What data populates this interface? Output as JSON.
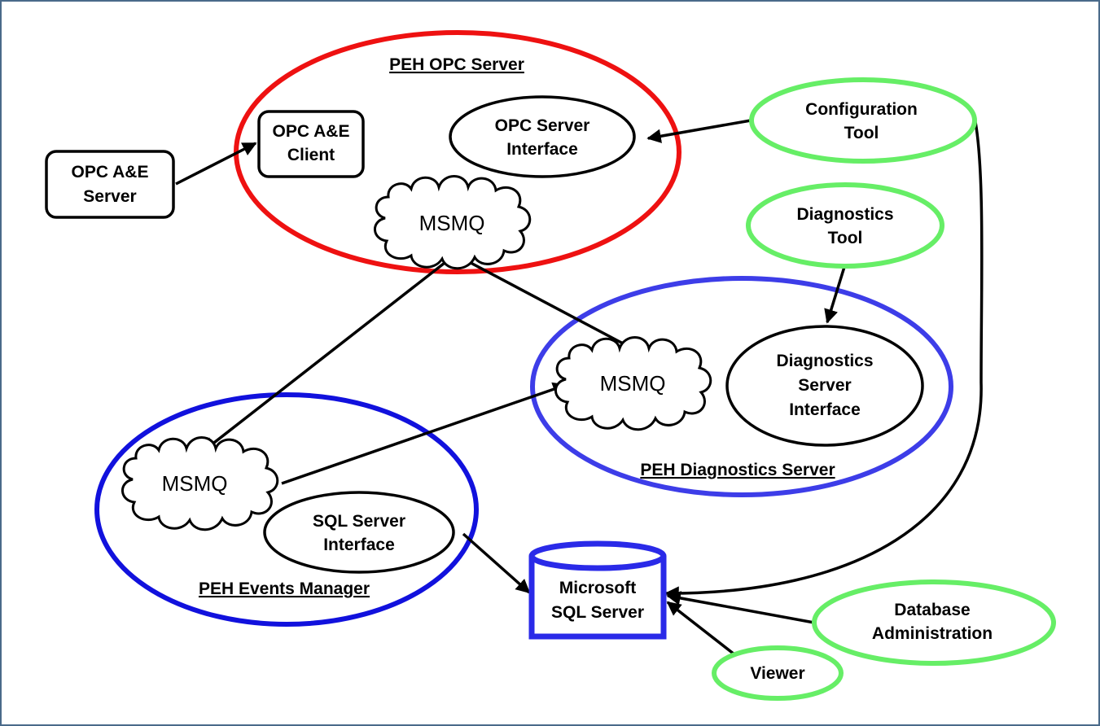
{
  "colors": {
    "frame": "#4a6a8a",
    "opc_server": "#ee1111",
    "blue_group": "#1111dd",
    "diag_group": "#3d3de8",
    "tool": "#66ee66",
    "db": "#2a2ae8",
    "stroke": "#000000"
  },
  "groups": {
    "opc_server_title": "PEH OPC Server",
    "diagnostics_server_title": "PEH Diagnostics Server",
    "events_manager_title": "PEH Events Manager"
  },
  "nodes": {
    "opc_ae_server": [
      "OPC A&E",
      "Server"
    ],
    "opc_ae_client": [
      "OPC A&E",
      "Client"
    ],
    "opc_server_interface": [
      "OPC Server",
      "Interface"
    ],
    "msmq_opc": "MSMQ",
    "msmq_diag": "MSMQ",
    "msmq_events": "MSMQ",
    "diagnostics_server_interface": [
      "Diagnostics",
      "Server",
      "Interface"
    ],
    "sql_server_interface": [
      "SQL Server",
      "Interface"
    ],
    "microsoft_sql_server": [
      "Microsoft",
      "SQL Server"
    ],
    "configuration_tool": [
      "Configuration",
      "Tool"
    ],
    "diagnostics_tool": [
      "Diagnostics",
      "Tool"
    ],
    "database_administration": [
      "Database",
      "Administration"
    ],
    "viewer": "Viewer"
  }
}
